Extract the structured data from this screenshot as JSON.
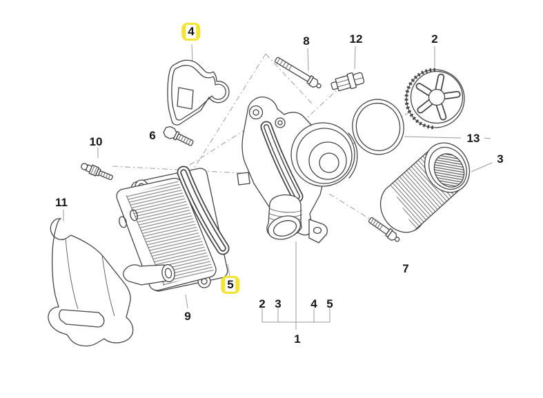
{
  "diagram_type": "exploded-parts-drawing",
  "colors": {
    "background": "#ffffff",
    "part_line": "#434343",
    "construction_line": "#9c9c9c",
    "label_text": "#161616",
    "highlight_yellow": "#f4e42f",
    "highlight_inner": "#ffffff"
  },
  "callouts": {
    "c4": {
      "n": "4",
      "highlighted": true
    },
    "c6": {
      "n": "6",
      "highlighted": false
    },
    "c8": {
      "n": "8",
      "highlighted": false
    },
    "c12": {
      "n": "12",
      "highlighted": false
    },
    "c2": {
      "n": "2",
      "highlighted": false
    },
    "c13": {
      "n": "13",
      "highlighted": false
    },
    "c3": {
      "n": "3",
      "highlighted": false
    },
    "c10": {
      "n": "10",
      "highlighted": false
    },
    "c11": {
      "n": "11",
      "highlighted": false
    },
    "c9": {
      "n": "9",
      "highlighted": false
    },
    "c5": {
      "n": "5",
      "highlighted": true
    },
    "c7": {
      "n": "7",
      "highlighted": false
    }
  },
  "legend": {
    "items": [
      "2",
      "3",
      "4",
      "5"
    ],
    "assembly": "1"
  }
}
